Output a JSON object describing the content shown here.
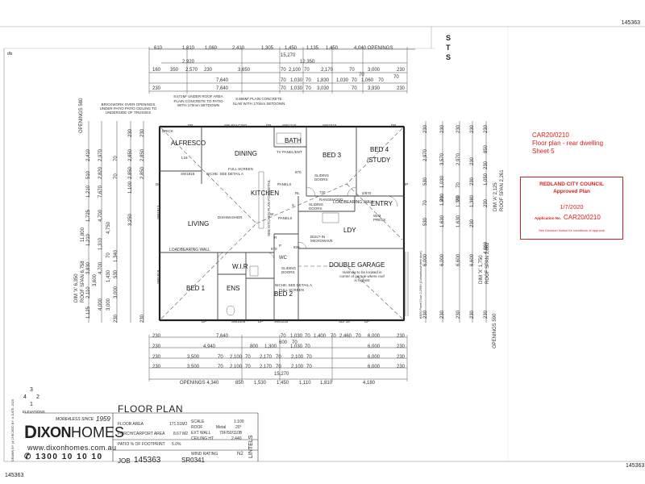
{
  "doc_numbers": {
    "top_right": "145363",
    "bottom_left": "145363",
    "bottom_right": "145363"
  },
  "corner_mark": "dls",
  "stamp_letters": [
    "S",
    "T",
    "S"
  ],
  "approval": {
    "reference": "CAR20/0210",
    "line1": "Floor plan - rear dwelling",
    "line2": "Sheet 5",
    "council": "REDLAND CITY COUNCIL",
    "plan_status": "Approved Plan",
    "date": "1/7/2020",
    "application_label": "Application No.",
    "application_no": "CAR20/0210",
    "notice": "See Decision Notice for conditions of approval"
  },
  "top_dims": {
    "row1": [
      "610",
      "1,810",
      "1,060",
      "2,410",
      "1,305",
      "1,450",
      "1,135",
      "1,450",
      "4,040 OPENINGS"
    ],
    "row1_total": "15,270",
    "row2": [
      "2,920",
      "12,350"
    ],
    "row3": [
      "160",
      "350",
      "2,570",
      "230",
      "3,650",
      "70",
      "2,100",
      "70",
      "2,170",
      "70",
      "3,000",
      "230"
    ],
    "row4": [
      "7,640",
      "70",
      "1,030",
      "70",
      "1,830",
      "1,030",
      "70",
      "1,060",
      "70"
    ],
    "row5": [
      "230",
      "7,640",
      "70",
      "1,030",
      "70",
      "3,030",
      "70",
      "3,930",
      "230"
    ],
    "mid": [
      "70",
      "70"
    ]
  },
  "notes": {
    "brickwork": "BRICKWORK OVER OPENINGS UNDER PATIO PATIO CEILING TO UNDERSIDE OF TRUSSES",
    "roof_area": "8.672M² UNDER ROOF AREA PLAIN CONCRETE TO PATIO WITH 170mm SETDOWN",
    "slab": "8.968M² PLAIN CONCRETE SLAB WITH 170mm SETDOWN",
    "manhole": "manhole to be located in corner of garage where roof is highest",
    "openings_left": "OPENINGS 580",
    "openings_right": "OPENINGS 590",
    "dim_x_left": "DIM 'X' 6,350",
    "roof_span_left": "ROOF SPAN 6,758",
    "dim_x_right": "DIM 'X' 1,750",
    "roof_span_right": "ROOF SPAN 1,862",
    "dim_a_right": "DIM 'A' 2,125",
    "dim_a_roof": "ROOF SPAN 2,261"
  },
  "rooms": {
    "alfresco": "ALFRESCO",
    "dining": "DINING",
    "bath": "BATH",
    "bed3": "BED 3",
    "bed4": "BED 4",
    "study": "/STUDY",
    "kitchen": "KITCHEN",
    "living": "LIVING",
    "entry": "ENTRY",
    "ldy": "LDY",
    "wir": "W.I.R",
    "ens": "ENS",
    "bed1": "BED 1",
    "bed2": "BED 2",
    "double_garage": "DOUBLE GARAGE",
    "wc": "WC"
  },
  "labels": {
    "loadbearing_left": "LOADBEARING WALL",
    "loadbearing_right": "LOADBEARING WALL",
    "dishwasher": "DISHWASHER",
    "rangehood": "RANGEHOOD",
    "built_in_microwave": "BUILT-IN MICROWAVE",
    "niche1": "NICHE: SEE DETAIL A",
    "niche2": "NICHE: SEE DETAIL A",
    "full_screen1": "FULL SCREEN",
    "full_screen2": "FULL SCREEN",
    "sliding1": "SLIDING DOORS",
    "sliding2": "SLIDING DOORS",
    "sliding3": "SLIDING DOORS",
    "tv_panel": "TV PANEL/ENT",
    "panels": "PANELS",
    "panels2": "PANELS",
    "see_kitchen": "SEE KITCHEN PLAN FOR DETAIL",
    "dp": "DP",
    "sw_top": [
      "SW 924 CIXO",
      "SW1215",
      "SW1515"
    ],
    "sw_bottom": [
      "SW1009",
      "SW1215",
      "SDI 18"
    ],
    "sw_side": [
      "SW1818",
      "SW1812",
      "SW1818"
    ],
    "l18": "L18",
    "s": "S",
    "r": "R",
    "p": "P",
    "w": "W",
    "wm": "W/M PRESS",
    "d870": "870",
    "d820": "820",
    "d670": "670",
    "d720": "720",
    "door_2870": "2/870",
    "rl": "RL",
    "brick": "BRICK",
    "garage_side": "8/800 Panel Door 2,200H (Colourbond steel door)"
  },
  "left_dims": {
    "col1": [
      "1,125",
      "2,410",
      "510",
      "1,210",
      "1,725",
      "1,210",
      "3,830"
    ],
    "col1_total": "11,800",
    "col2": [
      "2,970",
      "2,820",
      "7,670",
      "4,700",
      "4,750",
      "4,700",
      "4,000"
    ],
    "col3": [
      "70",
      "70",
      "1,100",
      "3,250",
      "1,310",
      "1,340",
      "3,000"
    ],
    "col4": [
      "2,850",
      "2,850",
      "2,850",
      "2,850",
      "3,600",
      "3,000",
      "1,430"
    ],
    "col5": [
      "230",
      "230",
      "230",
      "230",
      "2,110",
      "530",
      "70"
    ]
  },
  "right_dims": {
    "col1": [
      "230",
      "230",
      "2,970",
      "530",
      "530",
      "70",
      "6,000",
      "6,000",
      "230",
      "230"
    ],
    "col2": [
      "230",
      "3,570",
      "1,030",
      "1,830",
      "1,630",
      "1,630",
      "6,600",
      "6,600",
      "230"
    ],
    "col3": [
      "230",
      "2,970",
      "70",
      "1,380",
      "1,380",
      "4,860",
      "230"
    ],
    "col4": [
      "230",
      "230",
      "230",
      "850",
      "1,050",
      "230",
      "230"
    ],
    "col5": [
      "230",
      "70",
      "70",
      "230"
    ]
  },
  "bottom_dims": {
    "row1": [
      "230",
      "7,640",
      "70",
      "1,030",
      "70",
      "1,400",
      "70",
      "2,460",
      "70",
      "6,000",
      "230"
    ],
    "row1_mid": [
      "600",
      "70"
    ],
    "row2": [
      "230",
      "4,940",
      "800",
      "1,300",
      "1,030",
      "70",
      "6,000",
      "230"
    ],
    "row3": [
      "230",
      "3,500",
      "70",
      "2,100",
      "70",
      "2,170",
      "70",
      "2,100",
      "70",
      "6,000",
      "230"
    ],
    "row4": [
      "230",
      "3,500",
      "70",
      "2,100",
      "70",
      "2,170",
      "70",
      "2,100",
      "70",
      "6,000",
      "230"
    ],
    "total": "15,270",
    "openings": [
      "OPENINGS 4,340",
      "850",
      "1,530",
      "1,450",
      "1,110",
      "1,810",
      "4,180"
    ]
  },
  "elevations": {
    "top": "3",
    "left": "4",
    "right": "2",
    "bottom": "1",
    "label": "ELEVATIONS"
  },
  "title_block": {
    "title": "FLOOR PLAN",
    "tagline": "MORE4LESS SINCE",
    "year": "1959",
    "brand_prefix": "D",
    "brand_main": "IXON",
    "brand_suffix": "HOMES",
    "website": "www.dixonhomes.com.au",
    "phone": "1300 10 10 10",
    "job_label": "JOB",
    "job_no": "145363",
    "series": "SR0341",
    "floor_area_label": "FLOOR AREA",
    "floor_area": "171.51M2",
    "porch_label": "PORCH/CARPORT AREA",
    "porch_area": "8.67 M2",
    "patio_label": "PATIO % OF FOOTPRINT",
    "patio_pct": "5.0%",
    "scale_label": "SCALE",
    "scale": "1:100",
    "roof_label": "ROOF",
    "roof_mat": "Metal",
    "roof_pitch": "20°",
    "ext_wall_label": "EXT WALL",
    "ext_wall": "70F/50/110B",
    "ceiling_label": "CEILING HT",
    "ceiling": "2,440",
    "wind_label": "WIND RATING",
    "wind": "N2",
    "lintels": "LINTELS",
    "side_text": "DRAWN BY: jd   CHECKED BY: lc   DATE: 2020"
  },
  "colors": {
    "stamp_red": "#d62020",
    "line": "#333333",
    "paper": "#ffffff"
  }
}
